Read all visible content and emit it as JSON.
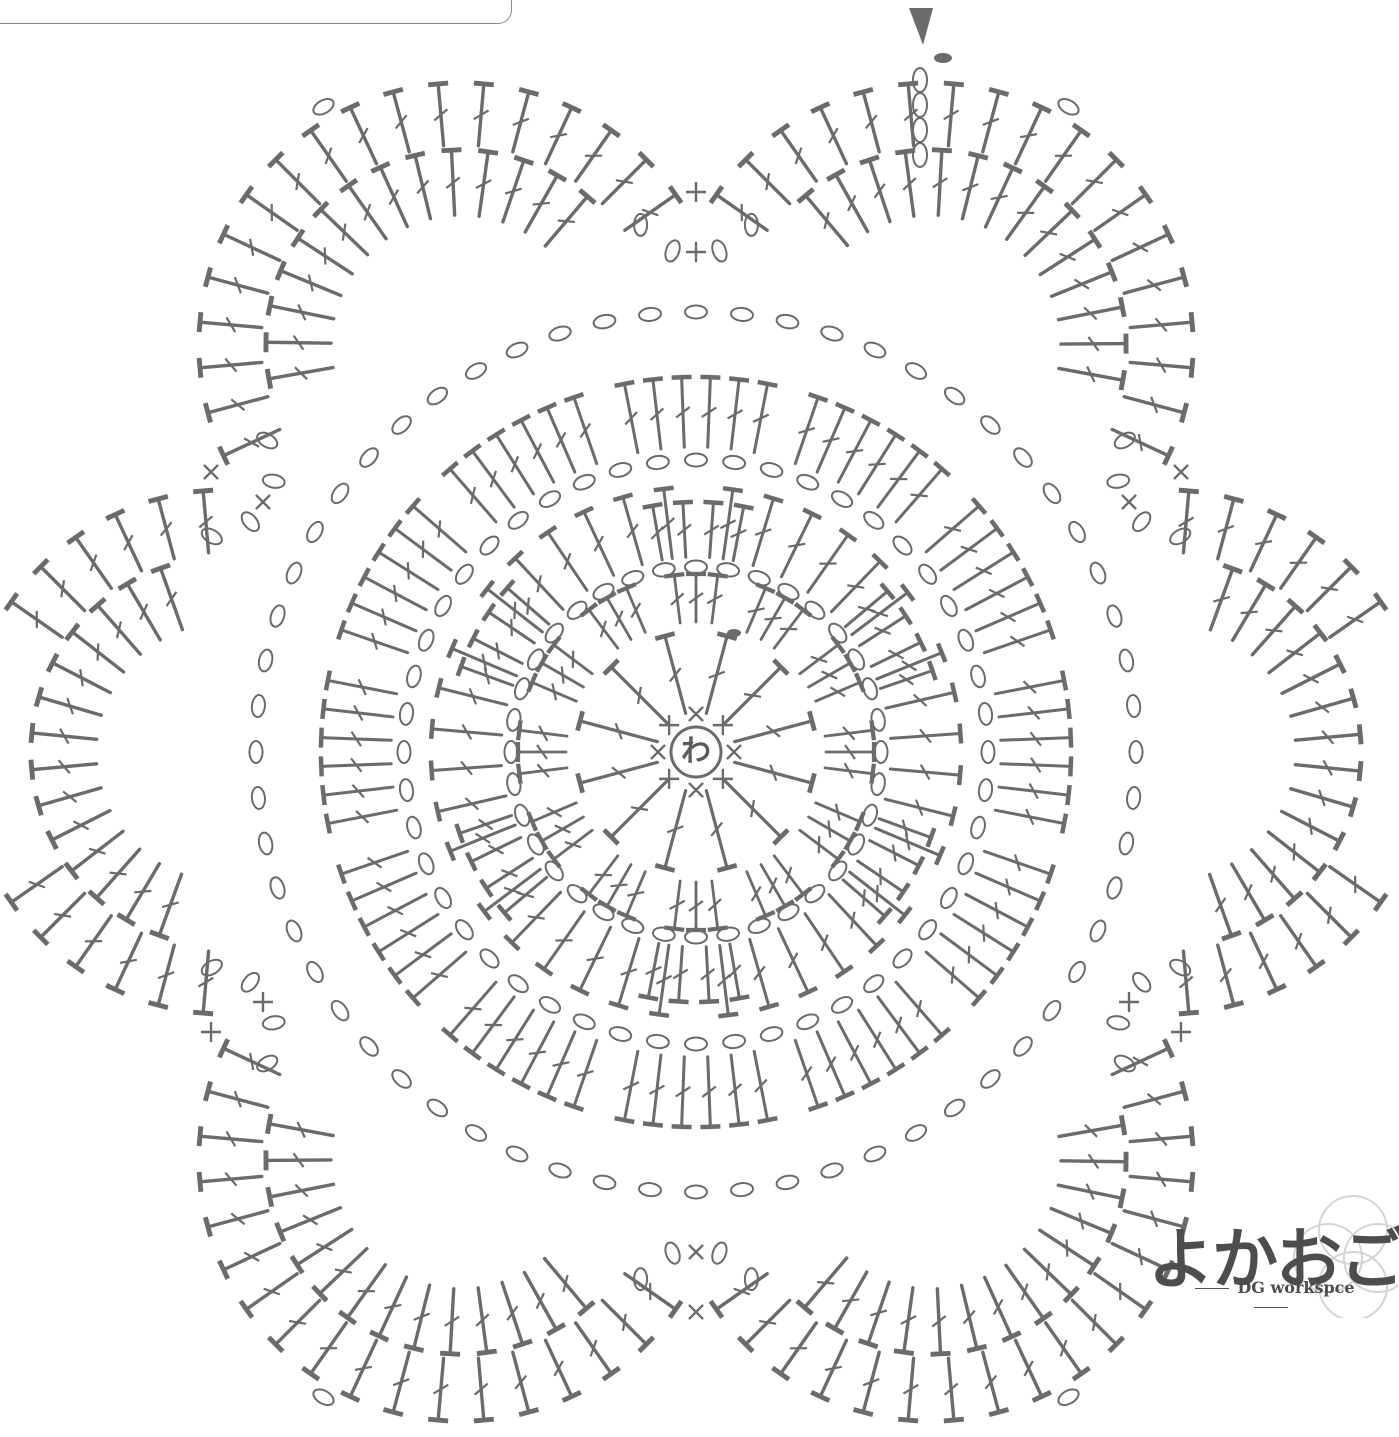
{
  "diagram": {
    "center_label": "わ",
    "ink_color": "#6b6b6b",
    "start_marker": "start-arrow-icon"
  },
  "logo": {
    "title": "よかおご",
    "subtitle": "DG workspce"
  }
}
